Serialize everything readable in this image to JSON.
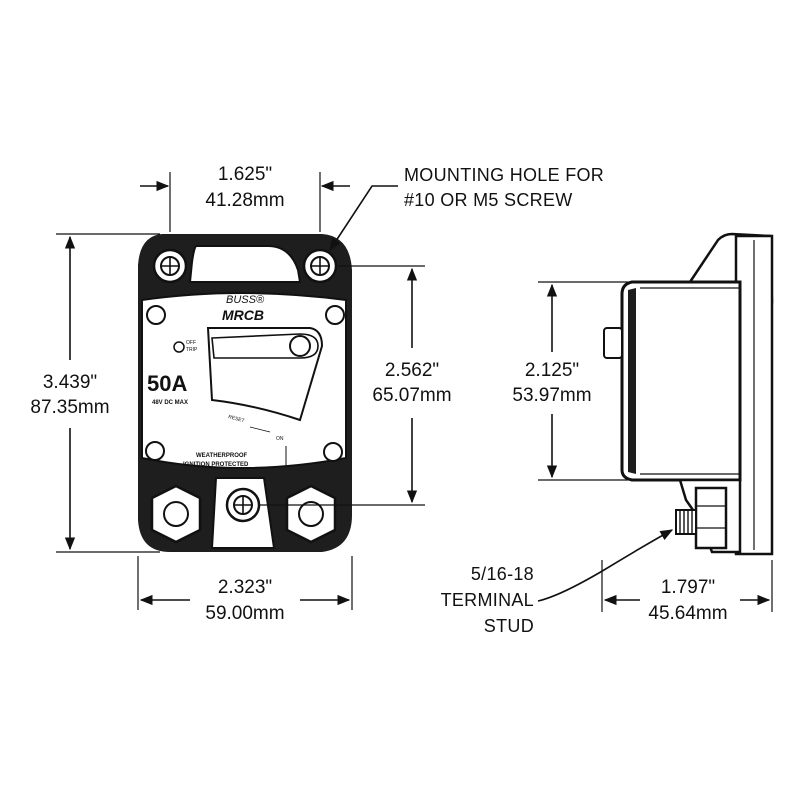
{
  "dimensions": {
    "top_width": {
      "inch": "1.625\"",
      "mm": "41.28mm"
    },
    "overall_height": {
      "inch": "3.439\"",
      "mm": "87.35mm"
    },
    "hole_spacing": {
      "inch": "2.562\"",
      "mm": "65.07mm"
    },
    "overall_width": {
      "inch": "2.323\"",
      "mm": "59.00mm"
    },
    "side_height": {
      "inch": "2.125\"",
      "mm": "53.97mm"
    },
    "depth": {
      "inch": "1.797\"",
      "mm": "45.64mm"
    }
  },
  "callouts": {
    "mounting_hole": {
      "line1": "MOUNTING HOLE FOR",
      "line2": "#10 OR M5 SCREW"
    },
    "terminal": {
      "line1": "5/16-18",
      "line2": "TERMINAL",
      "line3": "STUD"
    }
  },
  "face": {
    "brand": "BUSS®",
    "model": "MRCB",
    "rating": "50A",
    "voltage": "48V DC MAX",
    "off_label": "OFF",
    "trip_label": "TRIP",
    "reset_label": "RESET",
    "on_label": "ON",
    "weatherproof": "WEATHERPROOF",
    "ignition": "IGNITION PROTECTED"
  },
  "colors": {
    "line": "#111111",
    "body": "#1a1a1a",
    "face": "#ffffff"
  }
}
